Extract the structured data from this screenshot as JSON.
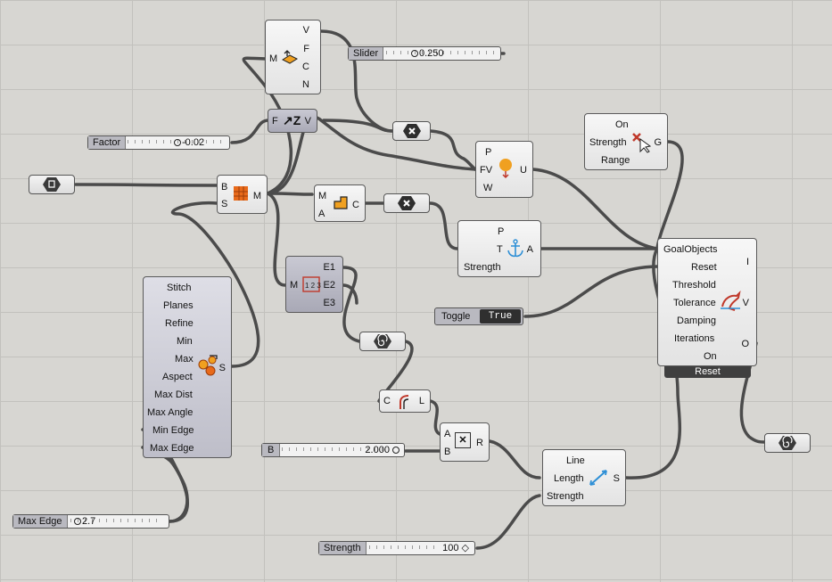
{
  "decompose": {
    "in": "M",
    "outs": [
      "V",
      "F",
      "C",
      "N"
    ]
  },
  "slider_top": {
    "name": "Slider",
    "value": "0.250",
    "level": 0.25
  },
  "vector_z": {
    "in": "F",
    "out": "V"
  },
  "factor": {
    "name": "Factor",
    "value": "-0.02",
    "level": 0.49
  },
  "mesh_pipe": {
    "ins": [
      "B",
      "S"
    ],
    "out": "M"
  },
  "area": {
    "ins": [
      "M",
      "A"
    ],
    "out": "C"
  },
  "explode": {
    "in": "M",
    "outs": [
      "E1",
      "E2",
      "E3"
    ]
  },
  "show": {
    "ins": [
      "P",
      "FV",
      "W"
    ],
    "out": "U"
  },
  "grab": {
    "ins": [
      "On",
      "Strength",
      "Range"
    ],
    "out": "G"
  },
  "anchor": {
    "ins": [
      "P",
      "T",
      "Strength"
    ],
    "out": "A"
  },
  "solver": {
    "ins": [
      "GoalObjects",
      "Reset",
      "Threshold",
      "Tolerance",
      "Damping",
      "Iterations",
      "On"
    ],
    "outs": [
      "I",
      "V",
      "O"
    ],
    "tag": "Reset"
  },
  "toggle": {
    "name": "Toggle",
    "value": "True"
  },
  "triremesh": {
    "ins": [
      "Stitch",
      "Planes",
      "Refine",
      "Min",
      "Max",
      "Aspect",
      "Max Dist",
      "Max Angle",
      "Min Edge",
      "Max Edge"
    ],
    "out": "S"
  },
  "curve_len": {
    "in": "C",
    "out": "L"
  },
  "multiply": {
    "ins": [
      "A",
      "B"
    ],
    "out": "R"
  },
  "slider_b": {
    "name": "B",
    "value": "2.000",
    "level": 1.0
  },
  "length_goal": {
    "ins": [
      "Line",
      "Length",
      "Strength"
    ],
    "out": "S"
  },
  "max_edge": {
    "name": "Max Edge",
    "value": "2.7",
    "level": 0.0
  },
  "strength": {
    "name": "Strength",
    "value": "100",
    "level": 1.0
  },
  "colors": {
    "wire": "#4a4a4a",
    "accent_orange": "#f0a020",
    "accent_blue": "#2d8fd6",
    "accent_red": "#c0392b"
  }
}
